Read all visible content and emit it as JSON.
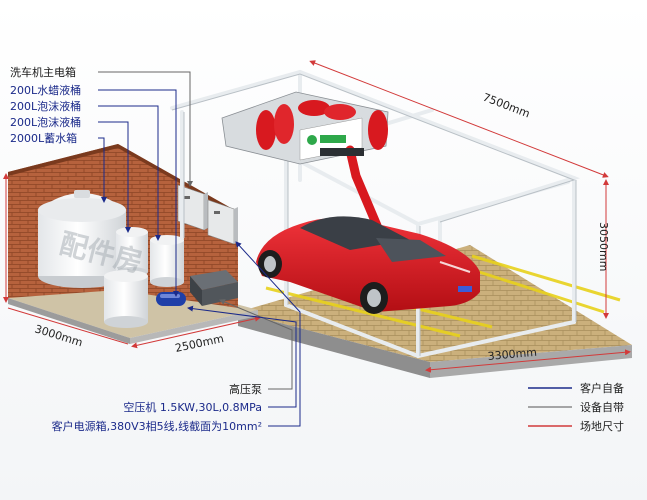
{
  "labels_top": [
    {
      "text": "洗车机主电箱",
      "kind": "equipment"
    },
    {
      "text": "200L水蜡液桶",
      "kind": "customer"
    },
    {
      "text": "200L泡沫液桶",
      "kind": "customer"
    },
    {
      "text": "200L泡沫液桶",
      "kind": "customer"
    },
    {
      "text": "2000L蓄水箱",
      "kind": "customer"
    }
  ],
  "labels_bottom": [
    {
      "text": "高压泵",
      "kind": "equipment"
    },
    {
      "text": "空压机 1.5KW,30L,0.8MPa",
      "kind": "customer"
    },
    {
      "text": "客户电源箱,380V3相5线,线截面为10mm²",
      "kind": "customer"
    }
  ],
  "dimensions": {
    "length": "7500mm",
    "height": "3050mm",
    "width": "3300mm",
    "room_depth": "3000mm",
    "room_width": "2500mm"
  },
  "legend": [
    {
      "text": "客户自备",
      "color": "#1b2a8a"
    },
    {
      "text": "设备自带",
      "color": "#8a8a8a"
    },
    {
      "text": "场地尺寸",
      "color": "#d23a3a"
    }
  ],
  "watermark": "配件房",
  "colors": {
    "customer_line": "#1b2a8a",
    "equipment_line": "#8a8a8a",
    "dimension_line": "#d23a3a",
    "car_red": "#d8191f",
    "brick": "#b8613a"
  }
}
